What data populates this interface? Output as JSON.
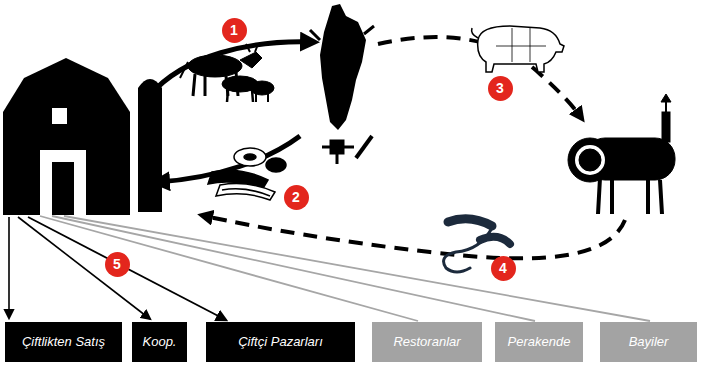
{
  "diagram": {
    "nodes": [
      {
        "text": [
          "Çiftlikten Satış"
        ]
      },
      {
        "text": [
          "Koop."
        ]
      },
      {
        "text": [
          "Çiftçi Pazarları"
        ]
      },
      {
        "text": [
          "Restoranlar"
        ]
      },
      {
        "text": [
          "Perakende"
        ]
      },
      {
        "text": [
          "Bayiler"
        ]
      }
    ],
    "labels": [
      "1",
      "2",
      "3",
      "4",
      "5"
    ]
  }
}
